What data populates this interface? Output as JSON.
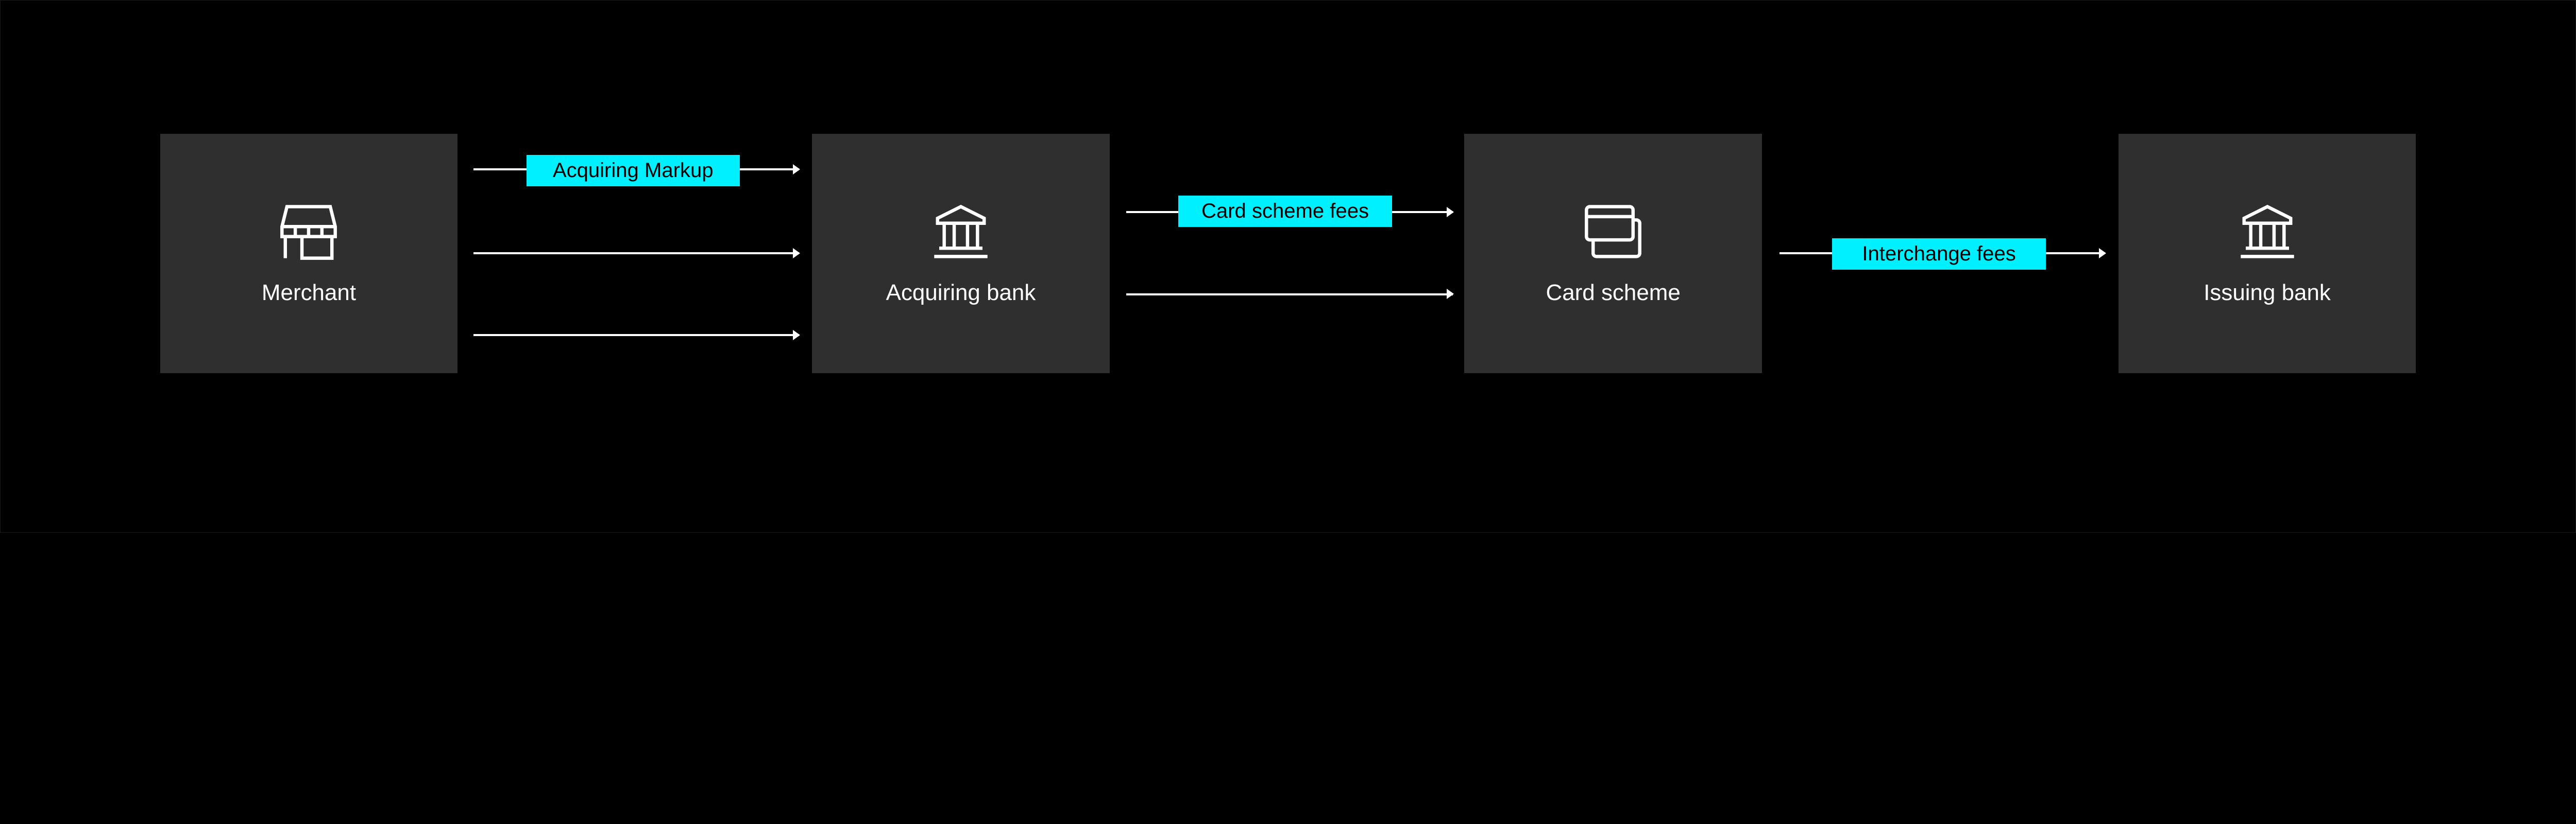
{
  "colors": {
    "background": "#000000",
    "node": "#2f2f2f",
    "fee_label": "#00f0ff",
    "arrow": "#ffffff"
  },
  "nodes": [
    {
      "label": "Merchant",
      "icon": "storefront-icon"
    },
    {
      "label": "Acquiring bank",
      "icon": "bank-icon"
    },
    {
      "label": "Card scheme",
      "icon": "credit-cards-icon"
    },
    {
      "label": "Issuing bank",
      "icon": "bank-icon"
    }
  ],
  "edges": [
    {
      "from": "Merchant",
      "to": "Acquiring bank",
      "label": "Acquiring Markup"
    },
    {
      "from": "Merchant",
      "to": "Acquiring bank",
      "label": ""
    },
    {
      "from": "Merchant",
      "to": "Acquiring bank",
      "label": ""
    },
    {
      "from": "Acquiring bank",
      "to": "Card scheme",
      "label": "Card scheme fees"
    },
    {
      "from": "Acquiring bank",
      "to": "Card scheme",
      "label": ""
    },
    {
      "from": "Card scheme",
      "to": "Issuing bank",
      "label": "Interchange fees"
    }
  ]
}
